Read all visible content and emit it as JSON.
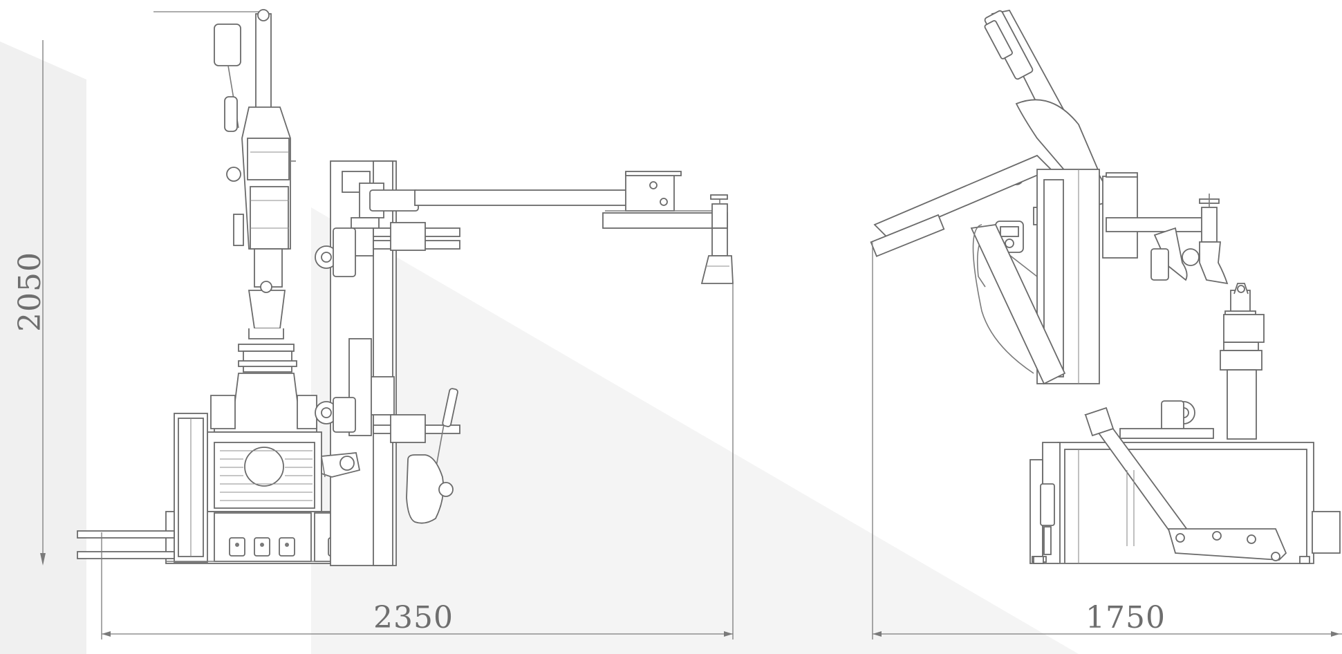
{
  "dimensions": {
    "height_label": "2050",
    "width_front_label": "2350",
    "depth_side_label": "1750"
  },
  "colors": {
    "line": "#7a7a7a",
    "ghost_shadow": "#f0f0f0",
    "background": "#ffffff"
  }
}
